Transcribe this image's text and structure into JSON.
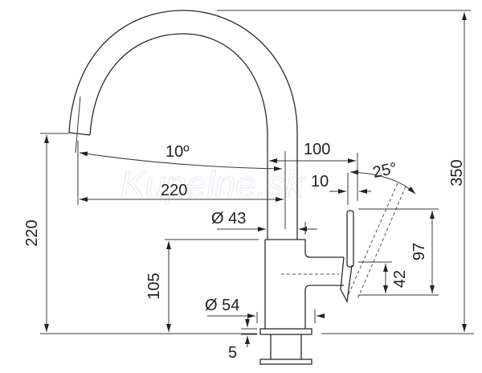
{
  "watermark": "Kupelne.sk",
  "dimensions": {
    "total_height": "350",
    "spout_height": "220",
    "spout_reach": "220",
    "spout_angle": "10º",
    "lever_offset": "100",
    "lever_gap": "10",
    "lever_angle": "25°",
    "column_diameter": "Ø 43",
    "base_diameter": "Ø 54",
    "body_height": "105",
    "lever_height": "97",
    "lever_pivot": "42",
    "plate_thickness": "5"
  },
  "colors": {
    "line": "#3a3a3a",
    "background": "#ffffff"
  }
}
